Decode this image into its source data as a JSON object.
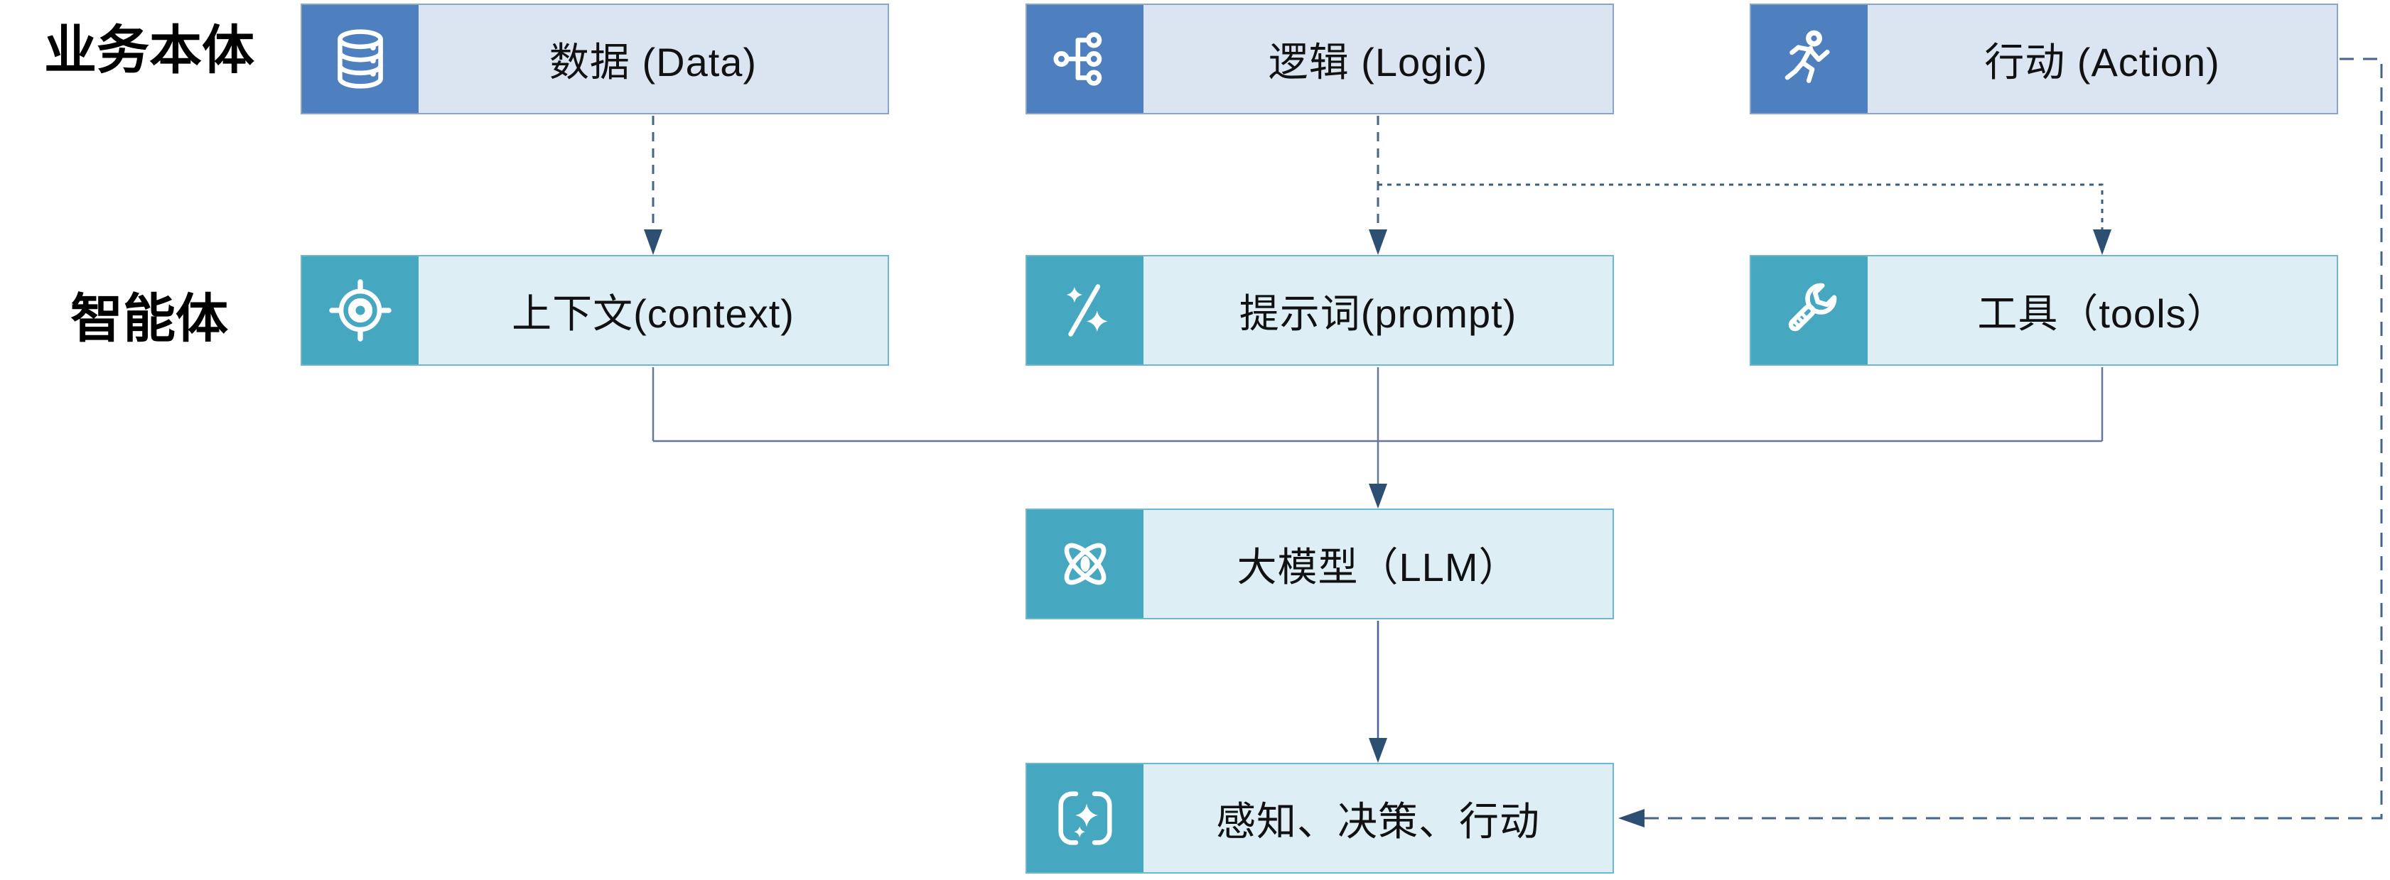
{
  "diagram": {
    "row_labels": [
      {
        "id": "business",
        "text": "业务本体"
      },
      {
        "id": "agent",
        "text": "智能体"
      }
    ],
    "nodes": [
      {
        "id": "data",
        "label": "数据 (Data)",
        "icon": "database-icon",
        "group": "business"
      },
      {
        "id": "logic",
        "label": "逻辑 (Logic)",
        "icon": "flow-tree-icon",
        "group": "business"
      },
      {
        "id": "action",
        "label": "行动 (Action)",
        "icon": "runner-icon",
        "group": "business"
      },
      {
        "id": "context",
        "label": "上下文(context)",
        "icon": "target-icon",
        "group": "agent"
      },
      {
        "id": "prompt",
        "label": "提示词(prompt)",
        "icon": "magic-wand-icon",
        "group": "agent"
      },
      {
        "id": "tools",
        "label": "工具（tools）",
        "icon": "wrench-icon",
        "group": "agent"
      },
      {
        "id": "llm",
        "label": "大模型（LLM）",
        "icon": "atom-icon",
        "group": "agent"
      },
      {
        "id": "loop",
        "label": "感知、决策、行动",
        "icon": "sparkle-frame-icon",
        "group": "agent"
      }
    ],
    "colors": {
      "background": "#ffffff",
      "business_icon_bg": "#4e7fbe",
      "business_body_bg": "#dbe4f1",
      "business_border": "#8aa5c9",
      "agent_icon_bg": "#45a8c0",
      "agent_body_bg": "#ddeef5",
      "agent_border": "#6db8cf",
      "arrow_fill": "#2d4f72",
      "solid_line": "#64789a",
      "dashed_line": "#46648e",
      "text": "#111111"
    }
  }
}
